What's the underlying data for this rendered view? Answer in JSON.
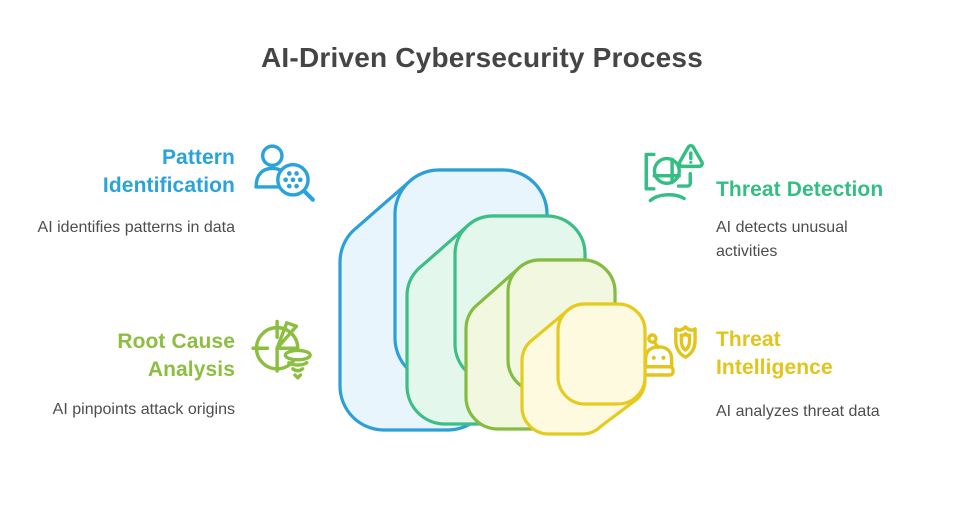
{
  "title": "AI-Driven Cybersecurity Process",
  "palette": {
    "heading_gray": "#454545",
    "body_gray": "#4d4d4d",
    "blue": "#2aa3da",
    "green": "#33be84",
    "olive": "#8cbe3f",
    "yellow": "#e3c41b"
  },
  "sections": {
    "pattern_identification": {
      "title": "Pattern Identification",
      "description": "AI identifies patterns in data",
      "color": "#2aa3da",
      "icon": "person-magnifier-pattern-icon"
    },
    "threat_detection": {
      "title": "Threat Detection",
      "description": "AI detects unusual activities",
      "color": "#33be84",
      "icon": "face-scan-alert-icon"
    },
    "root_cause_analysis": {
      "title": "Root Cause Analysis",
      "description": "AI pinpoints attack origins",
      "color": "#8cbe3f",
      "icon": "target-tornado-icon"
    },
    "threat_intelligence": {
      "title": "Threat Intelligence",
      "description": "AI analyzes threat data",
      "color": "#e3c41b",
      "icon": "robot-shield-icon"
    }
  },
  "center_graphic": {
    "type": "stacked-3d-rounded-squares",
    "layers": [
      {
        "name": "blue-tile",
        "stroke": "#2c9fd8",
        "fill": "#e8f5fd"
      },
      {
        "name": "green-tile",
        "stroke": "#3cbe84",
        "fill": "#e3f7ed"
      },
      {
        "name": "olive-tile",
        "stroke": "#84bc41",
        "fill": "#f2f8df"
      },
      {
        "name": "yellow-tile",
        "stroke": "#e7ca1f",
        "fill": "#fdfadf"
      }
    ]
  }
}
